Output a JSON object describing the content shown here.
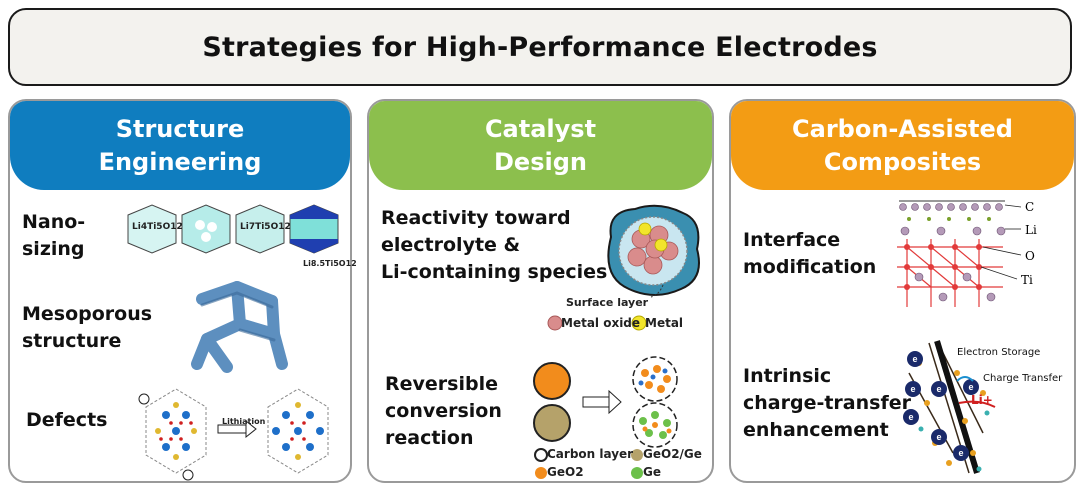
{
  "title": "Strategies for High-Performance Electrodes",
  "panels": {
    "structure": {
      "header": [
        "Structure",
        "Engineering"
      ],
      "items": {
        "nanosizing": [
          "Nano-",
          "sizing"
        ],
        "mesoporous": [
          "Mesoporous",
          "structure"
        ],
        "defects": [
          "Defects"
        ]
      },
      "nano_labels": [
        "Li4Ti5O12",
        "Li7Ti5O12",
        "Li8.5Ti5O12"
      ],
      "lithiation_label": "Lithiation"
    },
    "catalyst": {
      "header": [
        "Catalyst",
        "Design"
      ],
      "items": {
        "reactivity": [
          "Reactivity toward",
          "electrolyte &",
          "Li-containing species"
        ],
        "conversion": [
          "Reversible",
          "conversion",
          "reaction"
        ]
      },
      "surface_layer": "Surface layer",
      "legend1": {
        "metal_oxide": "Metal oxide",
        "metal": "Metal"
      },
      "legend2": {
        "carbon_layer": "Carbon layer",
        "geo2_ge": "GeO2/Ge",
        "geo2": "GeO2",
        "ge": "Ge"
      }
    },
    "carbon": {
      "header": [
        "Carbon-Assisted",
        "Composites"
      ],
      "items": {
        "interface": [
          "Interface",
          "modification"
        ],
        "intrinsic": [
          "Intrinsic",
          "charge-transfer",
          "enhancement"
        ]
      },
      "lattice_labels": {
        "c": "C",
        "li": "Li",
        "o": "O",
        "ti": "Ti"
      },
      "electron_storage": "Electron Storage",
      "charge_transfer": "Charge Transfer",
      "li_ion": "Li+",
      "electron": "e"
    }
  },
  "colors": {
    "structure": "#0f7dbf",
    "catalyst": "#8cbf4d",
    "carbon": "#f39c14",
    "metal_oxide": "#d98c8c",
    "metal": "#f2e52b",
    "geo2": "#f28c1c",
    "ge": "#6cc04a"
  }
}
